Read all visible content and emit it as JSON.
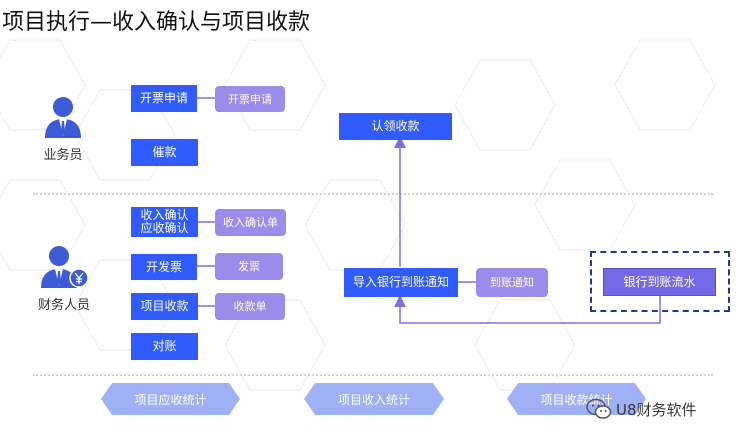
{
  "title": "项目执行—收入确认与项目收款",
  "roles": {
    "sales": "业务员",
    "finance": "财务人员"
  },
  "boxes": {
    "invoice_request": "开票申请",
    "invoice_request_doc": "开票申请",
    "collection": "催款",
    "income_confirm_line1": "收入确认",
    "income_confirm_line2": "应收确认",
    "income_confirm_doc": "收入确认单",
    "issue_invoice": "开发票",
    "invoice_doc": "发票",
    "project_receipt": "项目收款",
    "receipt_doc": "收款单",
    "reconcile": "对账",
    "claim_receipt": "认领收款",
    "import_bank_notice": "导入银行到账通知",
    "bank_notice_doc": "到账通知",
    "bank_flow": "银行到账流水"
  },
  "stats": {
    "ar_stat": "项目应收统计",
    "income_stat": "项目收入统计",
    "receipt_stat": "项目收款统计"
  },
  "watermark": "U8财务软件",
  "colors": {
    "primary": "#2f5bff",
    "secondary": "#9b8cec",
    "bank_flow": "#7469e6",
    "stat": "#9fb0f7",
    "frame": "#1f3a86"
  }
}
